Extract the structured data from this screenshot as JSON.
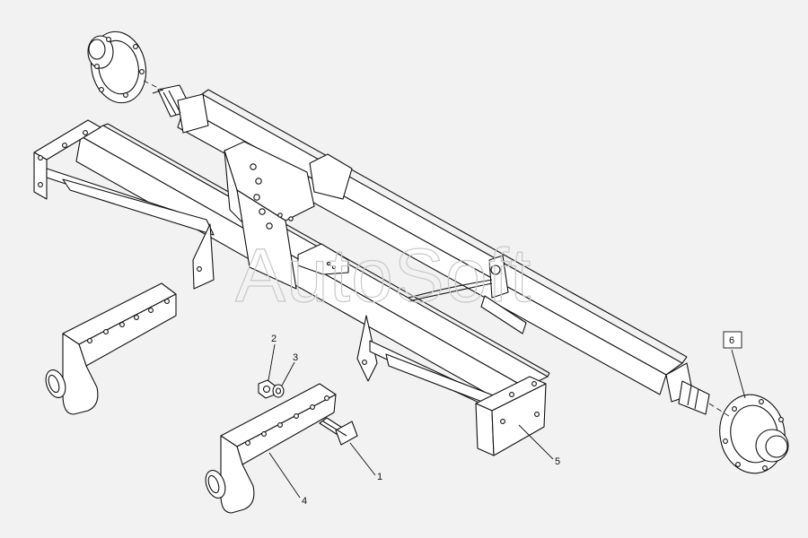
{
  "watermark": "AutoSoft",
  "callouts": {
    "c1": "1",
    "c2": "2",
    "c3": "3",
    "c4": "4",
    "c5": "5",
    "c6": "6"
  },
  "colors": {
    "background": "#f2f2f2",
    "line": "#111111",
    "part_fill": "#ffffff",
    "watermark": "#c9c9c9"
  }
}
